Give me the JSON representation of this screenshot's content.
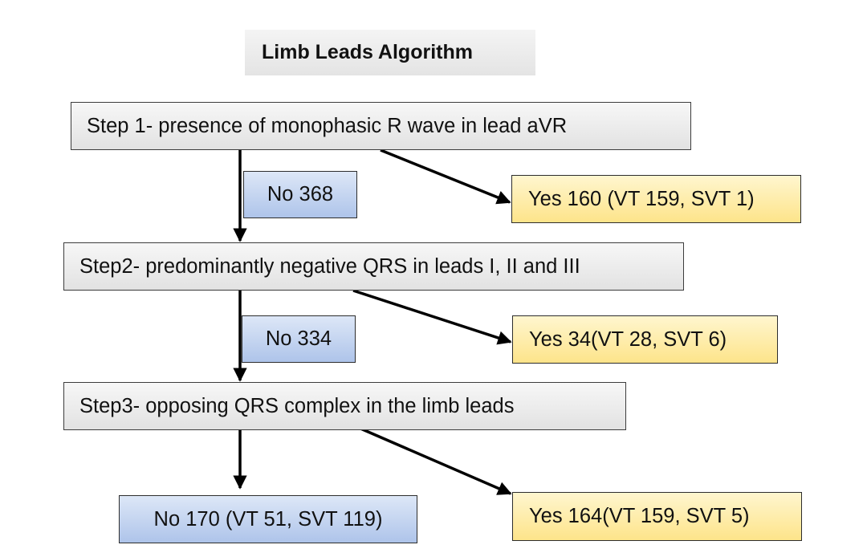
{
  "title": "Limb Leads Algorithm",
  "steps": [
    {
      "label": "Step 1- presence of monophasic R wave in lead  aVR",
      "no": "No 368",
      "yes": "Yes 160 (VT 159, SVT 1)"
    },
    {
      "label": "Step2- predominantly negative QRS in leads I, II and III",
      "no": "No 334",
      "yes": "Yes 34(VT 28, SVT 6)"
    },
    {
      "label": "Step3- opposing QRS complex in the limb leads",
      "no": "No 170 (VT 51, SVT 119)",
      "yes": "Yes 164(VT 159, SVT 5)"
    }
  ],
  "colors": {
    "step_fill": "#e8e8e8",
    "no_fill": "#b8cbec",
    "yes_fill": "#fde99a",
    "arrow": "#000000"
  }
}
